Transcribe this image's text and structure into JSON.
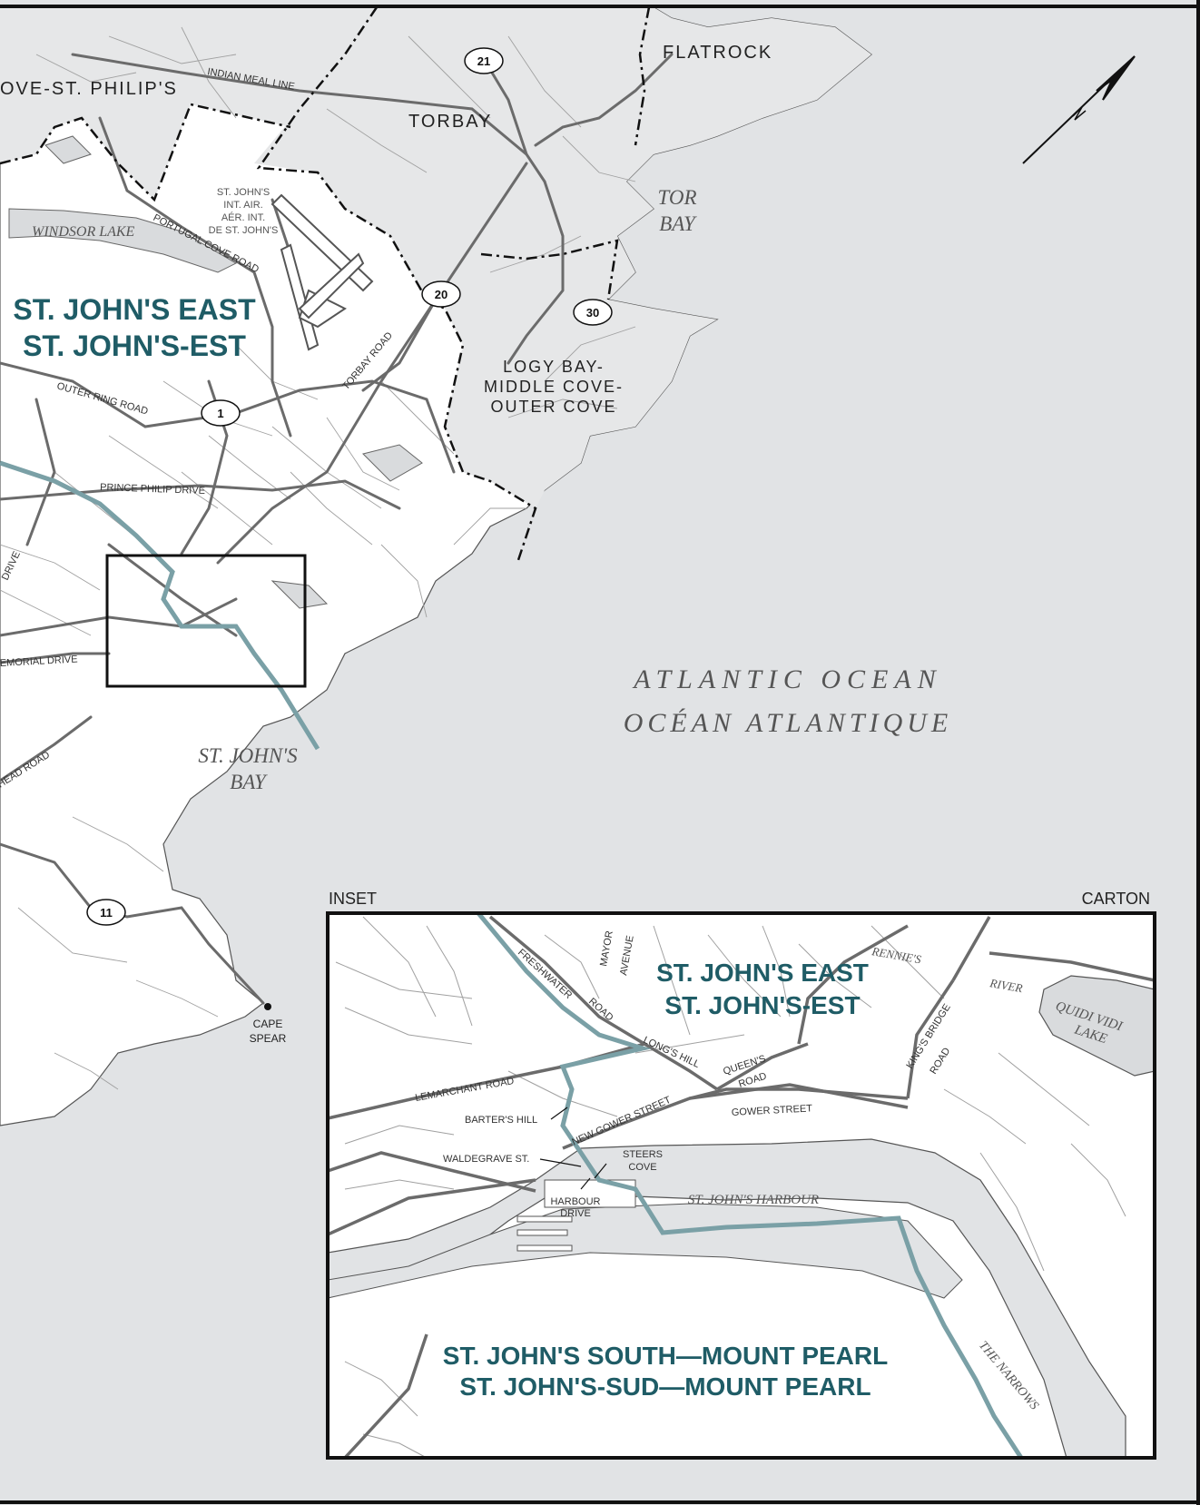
{
  "colors": {
    "ocean": "#e1e3e5",
    "land_in_riding": "#ffffff",
    "land_other": "#e6e7e8",
    "road_major": "#6b6b6b",
    "road_minor": "#9a9a9a",
    "riding_boundary": "#7aa0a6",
    "riding_label": "#1f5c66",
    "municipal_boundary": "#111111"
  },
  "ridings": {
    "east_en": "ST. JOHN'S EAST",
    "east_fr": "ST. JOHN'S-EST",
    "south_en": "ST. JOHN'S SOUTH—MOUNT PEARL",
    "south_fr": "ST. JOHN'S-SUD—MOUNT PEARL"
  },
  "places": {
    "flatrock": "FLATROCK",
    "torbay": "TORBAY",
    "portugal_cove": "OVE-ST. PHILIP'S",
    "logy_bay_1": "LOGY BAY-",
    "logy_bay_2": "MIDDLE COVE-",
    "logy_bay_3": "OUTER COVE",
    "airport_1": "ST. JOHN'S",
    "airport_2": "INT. AIR.",
    "airport_3": "AÉR. INT.",
    "airport_4": "DE ST. JOHN'S",
    "cape_spear_1": "CAPE",
    "cape_spear_2": "SPEAR"
  },
  "water": {
    "windsor_lake": "WINDSOR LAKE",
    "tor_bay_1": "TOR",
    "tor_bay_2": "BAY",
    "ocean_en": "ATLANTIC OCEAN",
    "ocean_fr": "OCÉAN ATLANTIQUE",
    "sjbay_1": "ST. JOHN'S",
    "sjbay_2": "BAY",
    "harbour": "ST. JOHN'S HARBOUR",
    "narrows": "THE NARROWS",
    "quidi_1": "QUIDI VIDI",
    "quidi_2": "LAKE",
    "rennies": "RENNIE'S",
    "river": "RIVER"
  },
  "roads": {
    "indian_meal": "INDIAN MEAL LINE",
    "portugal_cove_rd": "PORTUGAL COVE ROAD",
    "torbay_rd": "TORBAY ROAD",
    "outer_ring": "OUTER RING ROAD",
    "prince_philip": "PRINCE PHILIP DRIVE",
    "drive": "DRIVE",
    "memorial": "EMORIAL DRIVE",
    "head_road": "HEAD ROAD",
    "freshwater_1": "FRESHWATER",
    "freshwater_2": "ROAD",
    "mayor_1": "MAYOR",
    "mayor_2": "AVENUE",
    "longs_hill": "LONG'S HILL",
    "queens_1": "QUEEN'S",
    "queens_2": "ROAD",
    "kings_1": "KING'S BRIDGE",
    "kings_2": "ROAD",
    "lemarchant": "LEMARCHANT  ROAD",
    "new_gower": "NEW  GOWER  STREET",
    "gower": "GOWER  STREET",
    "barters": "BARTER'S HILL",
    "waldegrave": "WALDEGRAVE ST.",
    "steers_1": "STEERS",
    "steers_2": "COVE",
    "harbour_dr_1": "HARBOUR",
    "harbour_dr_2": "DRIVE"
  },
  "highways": {
    "h21": "21",
    "h20": "20",
    "h30": "30",
    "h1": "1",
    "h11": "11"
  },
  "inset": {
    "label_en": "INSET",
    "label_fr": "CARTON"
  },
  "north_arrow": "north-arrow-icon"
}
